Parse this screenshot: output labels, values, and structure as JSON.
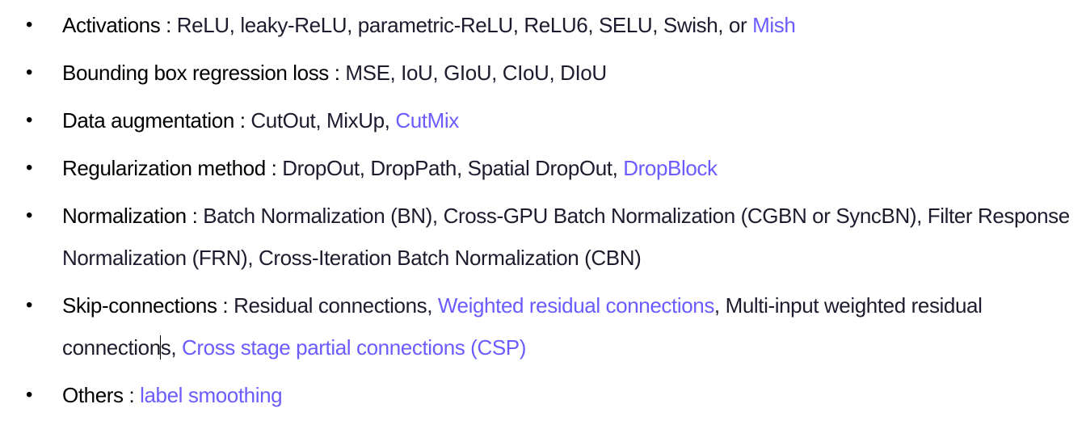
{
  "bullet_char": "•",
  "colors": {
    "highlight": "#6a5cff",
    "text": "#1c1c2e"
  },
  "items": [
    {
      "label": "Activations : ",
      "parts": [
        {
          "text": "ReLU, leaky-ReLU, parametric-ReLU, ReLU6, SELU, Swish, or "
        },
        {
          "text": "Mish",
          "highlight": true
        }
      ]
    },
    {
      "label": "Bounding box regression loss : ",
      "parts": [
        {
          "text": "MSE, IoU, GIoU, CIoU, DIoU"
        }
      ]
    },
    {
      "label": "Data augmentation : ",
      "parts": [
        {
          "text": "CutOut, MixUp, "
        },
        {
          "text": "CutMix",
          "highlight": true
        }
      ]
    },
    {
      "label": "Regularization method : ",
      "parts": [
        {
          "text": "DropOut, DropPath, Spatial DropOut, "
        },
        {
          "text": "DropBlock",
          "highlight": true
        }
      ]
    },
    {
      "label": "Normalization : ",
      "parts": [
        {
          "text": "Batch Normalization (BN), Cross-GPU Batch Normalization (CGBN or SyncBN), Filter Response Normalization (FRN), Cross-Iteration Batch Normalization (CBN)"
        }
      ]
    },
    {
      "label": "Skip-connections : ",
      "parts": [
        {
          "text": "Residual connections, "
        },
        {
          "text": "Weighted residual connections",
          "highlight": true
        },
        {
          "text": ", Multi-input weighted residual connection"
        },
        {
          "caret": true
        },
        {
          "text": "s, "
        },
        {
          "text": "Cross stage partial connections (CSP)",
          "highlight": true
        }
      ]
    },
    {
      "label": "Others : ",
      "parts": [
        {
          "text": "label smoothing",
          "highlight": true
        }
      ]
    }
  ]
}
